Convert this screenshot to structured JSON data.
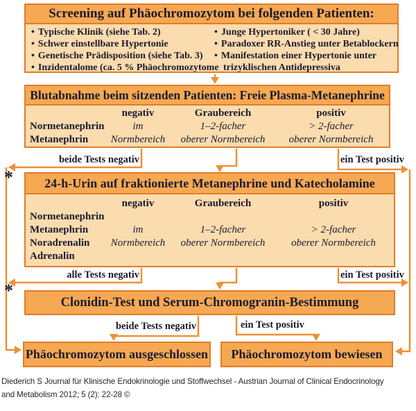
{
  "colors": {
    "box_border": "#e07d28",
    "header_fill": "#f6a852",
    "body_fill": "#fbdcae",
    "connector_line": "#ec9136",
    "text": "#1a1a2e",
    "caption_text": "#262626",
    "background": "#ffffff"
  },
  "screening": {
    "title": "Screening auf Phäochromozytom bei folgenden Patienten:",
    "bullet_char": "•",
    "left_bullets": [
      "Typische Klinik (siehe Tab. 2)",
      "Schwer einstellbare Hypertonie",
      "Genetische Prädisposition (siehe Tab. 3)",
      "Inzidentalome (ca. 5 % Phäochromozytome"
    ],
    "right_bullets": [
      "Junge Hypertoniker ( < 30 Jahre)",
      "Paradoxer RR-Anstieg unter Betablockern",
      "Manifestation einer Hypertonie unter"
    ],
    "right_continuation": "trizyklischen Antidepressiva"
  },
  "plasma": {
    "title": "Blutabnahme beim sitzenden Patienten: Freie Plasma-Metanephrine",
    "columns": [
      "negativ",
      "Graubereich",
      "positiv"
    ],
    "rows": [
      {
        "label": "Normetanephrin",
        "cells": [
          "im",
          "1–2-facher",
          "> 2-facher"
        ]
      },
      {
        "label": "Metanephrin",
        "cells": [
          "Normbereich",
          "oberer Normbereich",
          "oberer Normbereich"
        ]
      }
    ]
  },
  "urine": {
    "title": "24-h-Urin auf fraktionierte Metanephrine und Katecholamine",
    "columns": [
      "negativ",
      "Graubereich",
      "positiv"
    ],
    "rows": [
      {
        "label": "Normetanephrin",
        "cells": [
          "",
          "",
          ""
        ]
      },
      {
        "label": "Metanephrin",
        "cells": [
          "im",
          "1–2-facher",
          "> 2-facher"
        ]
      },
      {
        "label": "Noradrenalin",
        "cells": [
          "Normbereich",
          "oberer Normbereich",
          "oberer Normbereich"
        ]
      },
      {
        "label": "Adrenalin",
        "cells": [
          "",
          "",
          ""
        ]
      }
    ]
  },
  "clonidin": {
    "title": "Clonidin-Test und Serum-Chromogranin-Bestimmung"
  },
  "results": {
    "excluded": "Phäochromozytom ausgeschlossen",
    "proven": "Phäochromozytom bewiesen"
  },
  "connector_labels": {
    "plasma_negative": "beide Tests negativ",
    "plasma_positive": "ein Test positiv",
    "urine_negative": "alle Tests negativ",
    "urine_positive": "ein Test positiv",
    "clonidin_negative": "beide Tests negativ",
    "clonidin_positive": "ein Test positiv"
  },
  "footnote_marker": "*",
  "caption": {
    "line1": "Diederich S Journal für Klinische Endokrinologie und Stoffwechsel - Austrian Journal of Clinical Endocrinology",
    "line2": "and Metabolism 2012; 5 (2): 22-28 ©"
  }
}
